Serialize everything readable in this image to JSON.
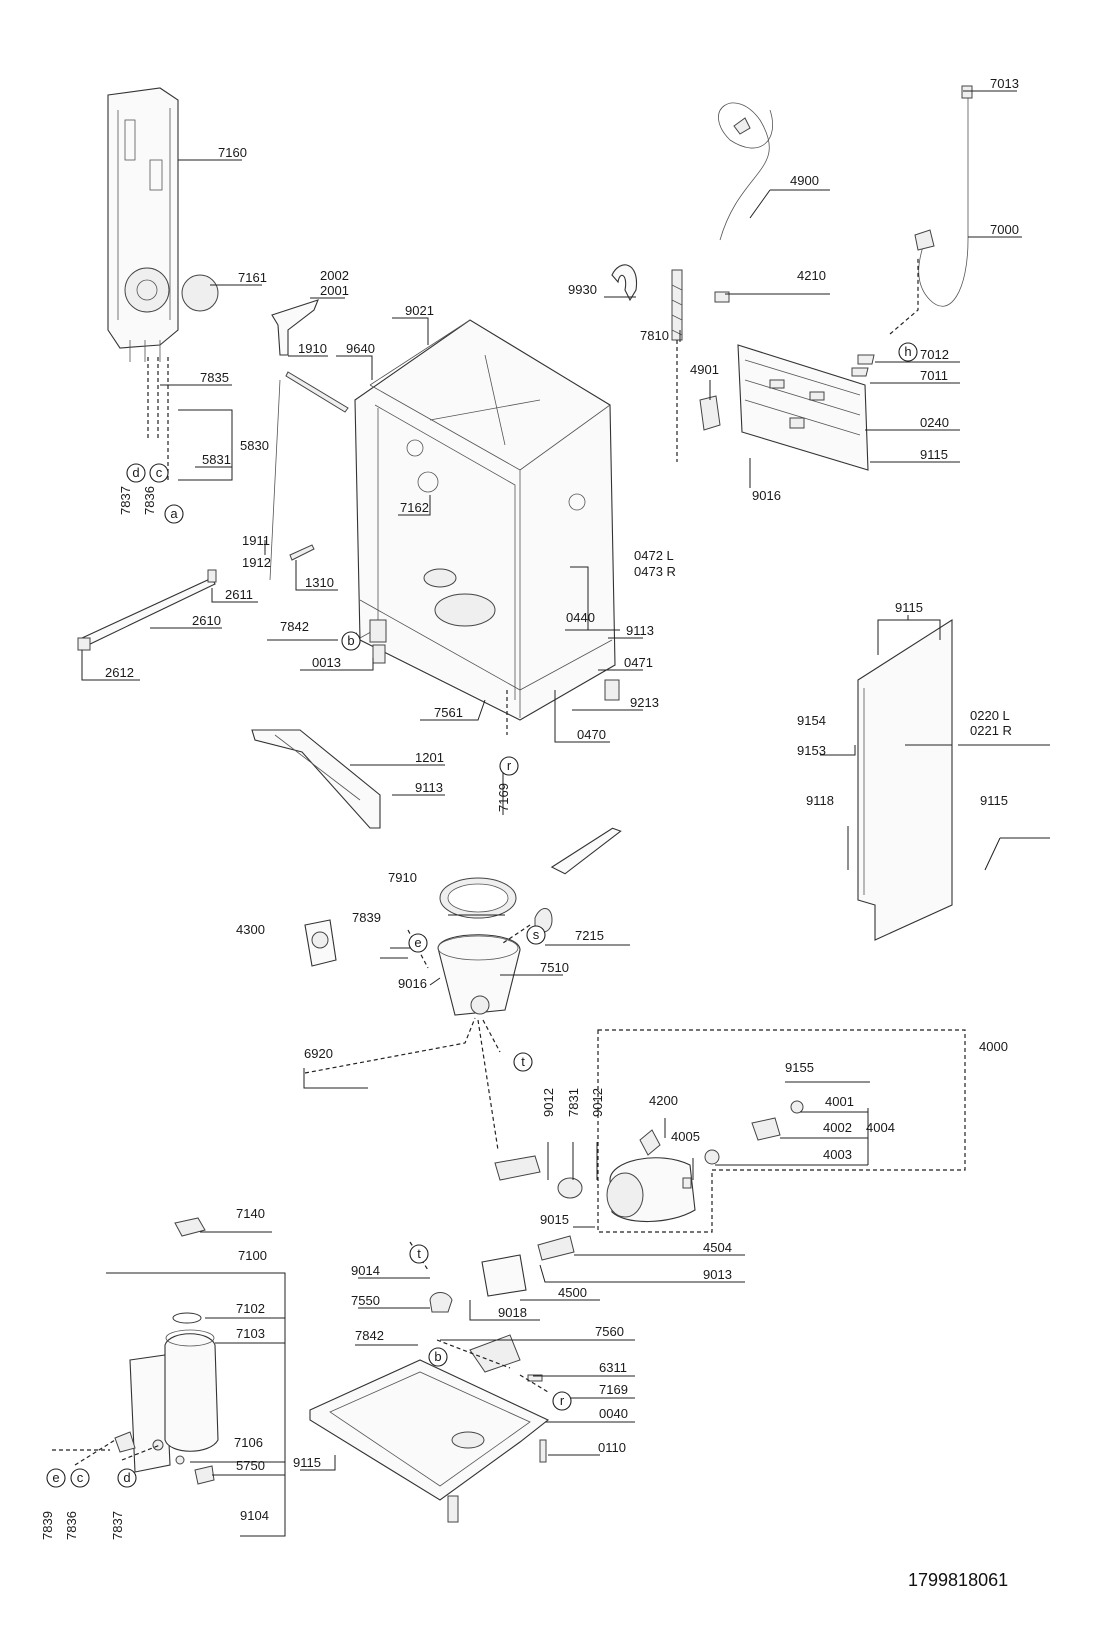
{
  "document_number": "1799818061",
  "part_labels": [
    "7160",
    "7161",
    "2002",
    "2001",
    "9021",
    "1910",
    "9640",
    "7835",
    "5830",
    "5831",
    "7162",
    "1911",
    "1912",
    "1310",
    "2611",
    "2610",
    "2612",
    "7842",
    "0013",
    "7561",
    "1201",
    "9113",
    "7169",
    "9930",
    "4210",
    "7810",
    "4900",
    "7013",
    "7000",
    "4901",
    "7012",
    "7011",
    "0240",
    "9115",
    "9016",
    "0472 L",
    "0473 R",
    "0440",
    "9113",
    "0471",
    "9213",
    "0470",
    "9115",
    "9154",
    "9153",
    "0220 L",
    "0221 R",
    "9118",
    "9115",
    "7910",
    "7839",
    "4300",
    "7215",
    "7510",
    "9016",
    "6920",
    "4000",
    "9155",
    "4200",
    "4001",
    "4002",
    "4004",
    "4005",
    "4003",
    "9012",
    "7831",
    "9012",
    "9015",
    "4504",
    "9013",
    "4500",
    "9014",
    "7550",
    "9018",
    "7140",
    "7100",
    "7102",
    "7103",
    "7106",
    "5750",
    "9104",
    "7842",
    "7560",
    "6311",
    "7169",
    "0040",
    "9115",
    "0110",
    "7837",
    "7836",
    "7839",
    "7836",
    "7837"
  ],
  "callout_letters": [
    "a",
    "b",
    "c",
    "d",
    "e",
    "h",
    "r",
    "s",
    "t"
  ],
  "icons": [
    "dishwasher-tub-drawing",
    "pump-drawing",
    "water-softener-drawing",
    "base-tray-drawing",
    "hose-drawing",
    "side-panel-drawing"
  ]
}
